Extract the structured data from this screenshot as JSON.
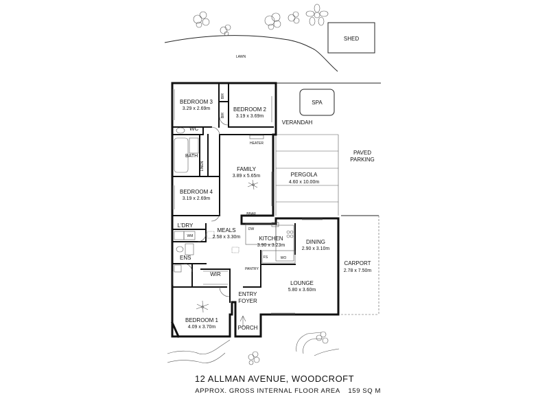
{
  "plan": {
    "address": "12 ALLMAN AVENUE, WOODCROFT",
    "area_label": "APPROX. GROSS INTERNAL FLOOR AREA",
    "area_value": "159 SQ M"
  },
  "outdoor": {
    "shed": "SHED",
    "lawn": "LAWN",
    "spa": "SPA",
    "verandah": "VERANDAH",
    "paved_line1": "PAVED",
    "paved_line2": "PARKING",
    "pergola": "PERGOLA",
    "pergola_dim": "4.60 x 10.00m",
    "carport": "CARPORT",
    "carport_dim": "2.78 x 7.50m",
    "porch": "PORCH"
  },
  "rooms": {
    "bedroom3": {
      "name": "BEDROOM 3",
      "dim": "3.29 x 2.69m"
    },
    "bedroom2": {
      "name": "BEDROOM 2",
      "dim": "3.19 x 3.69m"
    },
    "bedroom4": {
      "name": "BEDROOM 4",
      "dim": "3.19 x 2.69m"
    },
    "bedroom1": {
      "name": "BEDROOM 1",
      "dim": "4.09 x 3.70m"
    },
    "family": {
      "name": "FAMILY",
      "dim": "3.89 x 5.65m"
    },
    "meals": {
      "name": "MEALS",
      "dim": "2.58 x 3.30m"
    },
    "kitchen": {
      "name": "KITCHEN",
      "dim": "3.90 x 3.23m"
    },
    "dining": {
      "name": "DINING",
      "dim": "2.90 x 3.10m"
    },
    "lounge": {
      "name": "LOUNGE",
      "dim": "5.80 x 3.60m"
    },
    "wc": "WC",
    "bath": "BATH",
    "linen": "LINEN",
    "ldry": "L'DRY",
    "ens": "ENS",
    "wir": "WIR",
    "entry_line1": "ENTRY",
    "entry_line2": "FOYER",
    "pantry": "PANTRY"
  },
  "fixtures": {
    "br1": "BIR",
    "br2": "BIR",
    "heater": "HEATER",
    "bbar": "BBAR",
    "dw": "DW",
    "wm": "WM",
    "fs": "FS",
    "wo": "WO"
  }
}
